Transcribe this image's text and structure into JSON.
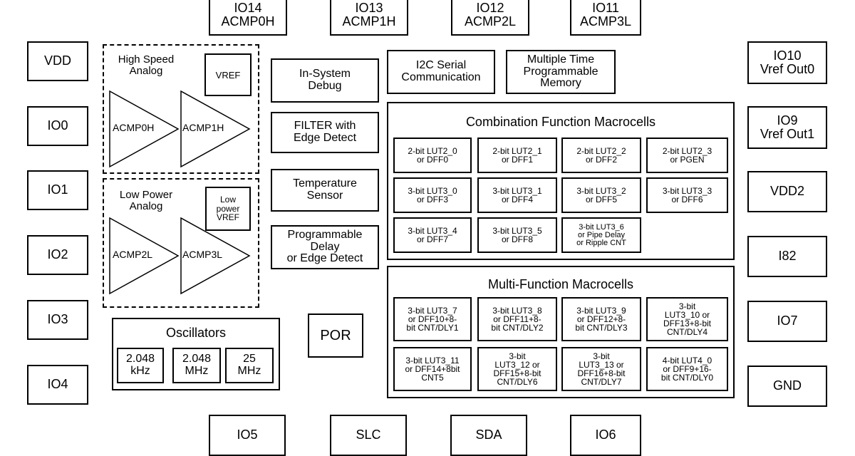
{
  "pins_top": [
    "IO14\nACMP0H",
    "IO13\nACMP1H",
    "IO12\nACMP2L",
    "IO11\nACMP3L"
  ],
  "pins_left": [
    "VDD",
    "IO0",
    "IO1",
    "IO2",
    "IO3",
    "IO4"
  ],
  "pins_right": [
    "IO10\nVref Out0",
    "IO9\nVref Out1",
    "VDD2",
    "I82",
    "IO7",
    "GND"
  ],
  "pins_bottom": [
    "IO5",
    "SLC",
    "SDA",
    "IO6"
  ],
  "high_speed": {
    "title": "High Speed\nAnalog",
    "vref": "VREF",
    "comp_a": "ACMP0H",
    "comp_b": "ACMP1H"
  },
  "low_power": {
    "title": "Low Power\nAnalog",
    "vref": "Low\npower\nVREF",
    "comp_a": "ACMP2L",
    "comp_b": "ACMP3L"
  },
  "center_blocks": {
    "debug": "In-System\nDebug",
    "filter": "FILTER with\nEdge Detect",
    "temp": "Temperature\nSensor",
    "delay": "Programmable\nDelay\nor Edge Detect",
    "i2c": "I2C Serial\nCommunication",
    "mtp": "Multiple Time\nProgrammable\nMemory",
    "por": "POR"
  },
  "oscillators": {
    "title": "Oscillators",
    "items": [
      "2.048\nkHz",
      "2.048\nMHz",
      "25\nMHz"
    ]
  },
  "combination": {
    "title": "Combination Function Macrocells",
    "cells": [
      "2-bit LUT2_0\nor DFF0",
      "2-bit LUT2_1\nor DFF1",
      "2-bit LUT2_2\nor DFF2",
      "2-bit LUT2_3\nor PGEN",
      "3-bit LUT3_0\nor DFF3",
      "3-bit LUT3_1\nor DFF4",
      "3-bit LUT3_2\nor DFF5",
      "3-bit LUT3_3\nor DFF6",
      "3-bit LUT3_4\nor DFF7",
      "3-bit LUT3_5\nor DFF8",
      "3-bit LUT3_6\nor Pipe Delay\nor Ripple CNT"
    ]
  },
  "multifunction": {
    "title": "Multi-Function Macrocells",
    "cells": [
      "3-bit LUT3_7\nor DFF10+8-\nbit CNT/DLY1",
      "3-bit LUT3_8\nor DFF11+8-\nbit CNT/DLY2",
      "3-bit LUT3_9\nor DFF12+8-\nbit CNT/DLY3",
      "3-bit\nLUT3_10 or\nDFF13+8-bit\nCNT/DLY4",
      "3-bit LUT3_11\nor DFF14+8bit\nCNT5",
      "3-bit\nLUT3_12 or\nDFF15+8-bit\nCNT/DLY6",
      "3-bit\nLUT3_13 or\nDFF16+8-bit\nCNT/DLY7",
      "4-bit LUT4_0\nor DFF9+16-\nbit CNT/DLY0"
    ]
  }
}
